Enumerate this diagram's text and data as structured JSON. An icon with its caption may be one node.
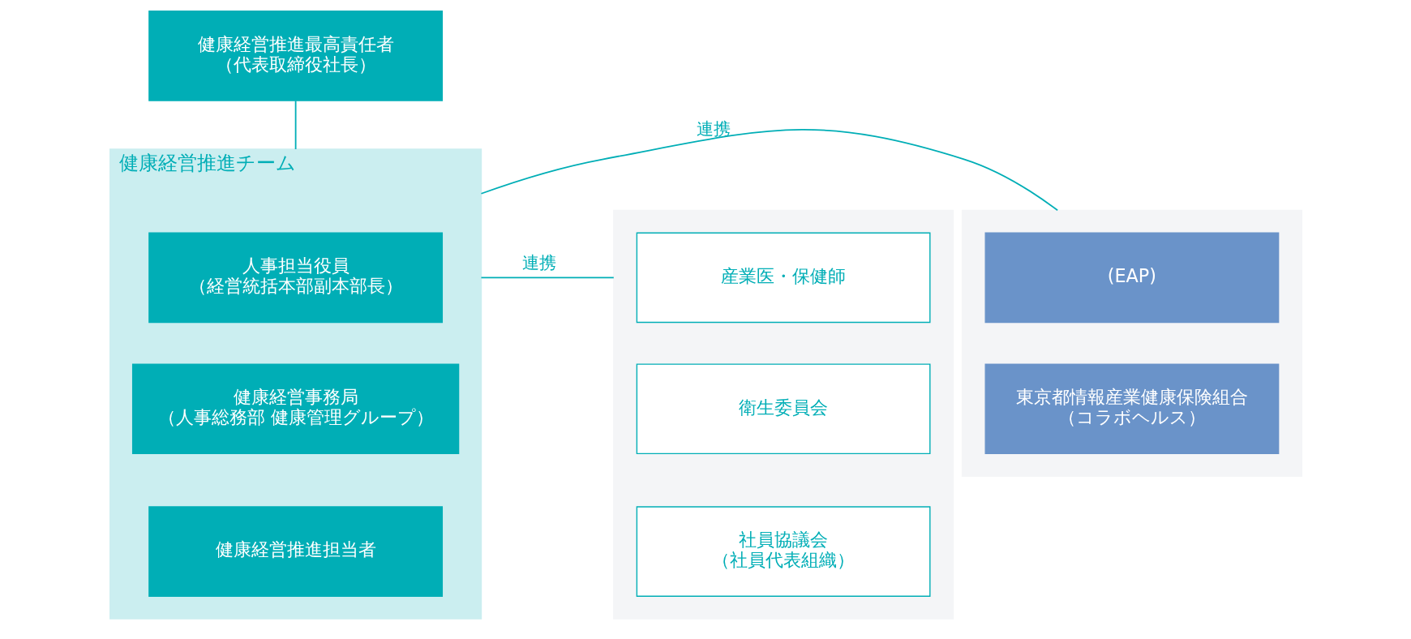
{
  "diagram": {
    "nodes": [
      {
        "text": [
          "健康経営推進最高責任者",
          "（代表取締役社長）"
        ]
      },
      {
        "text": [],
        "shape": "box"
      },
      {
        "text": [
          "産業医・保健師"
        ],
        "in": 1
      },
      {
        "text": [
          "衛生委員会"
        ],
        "in": 1
      },
      {
        "text": [
          "社員協議会",
          "（社員代表組織）"
        ],
        "in": 1
      },
      {
        "text": [
          "健康経営推進チーム"
        ]
      },
      {
        "text": [
          "人事担当役員",
          "（経営統括本部副本部長）"
        ],
        "in": 5
      },
      {
        "text": [
          "健康経営事務局",
          "（人事総務部 健康管理グループ）"
        ],
        "in": 5
      },
      {
        "text": [
          "健康経営推進担当者"
        ],
        "in": 5
      },
      {
        "text": [],
        "shape": "box"
      },
      {
        "text": [
          "(EAP)"
        ],
        "in": 9
      },
      {
        "text": [
          "東京都情報産業健康保険組合",
          "（コラボヘルス）"
        ],
        "in": 9
      }
    ],
    "edges": [
      {
        "from": 0,
        "to": 5,
        "arrow": "none"
      },
      {
        "from": 1,
        "to": 5,
        "arrow": "none",
        "label": "連携"
      },
      {
        "from": 5,
        "to": 9,
        "arrow": "none",
        "label": "連携"
      }
    ]
  }
}
